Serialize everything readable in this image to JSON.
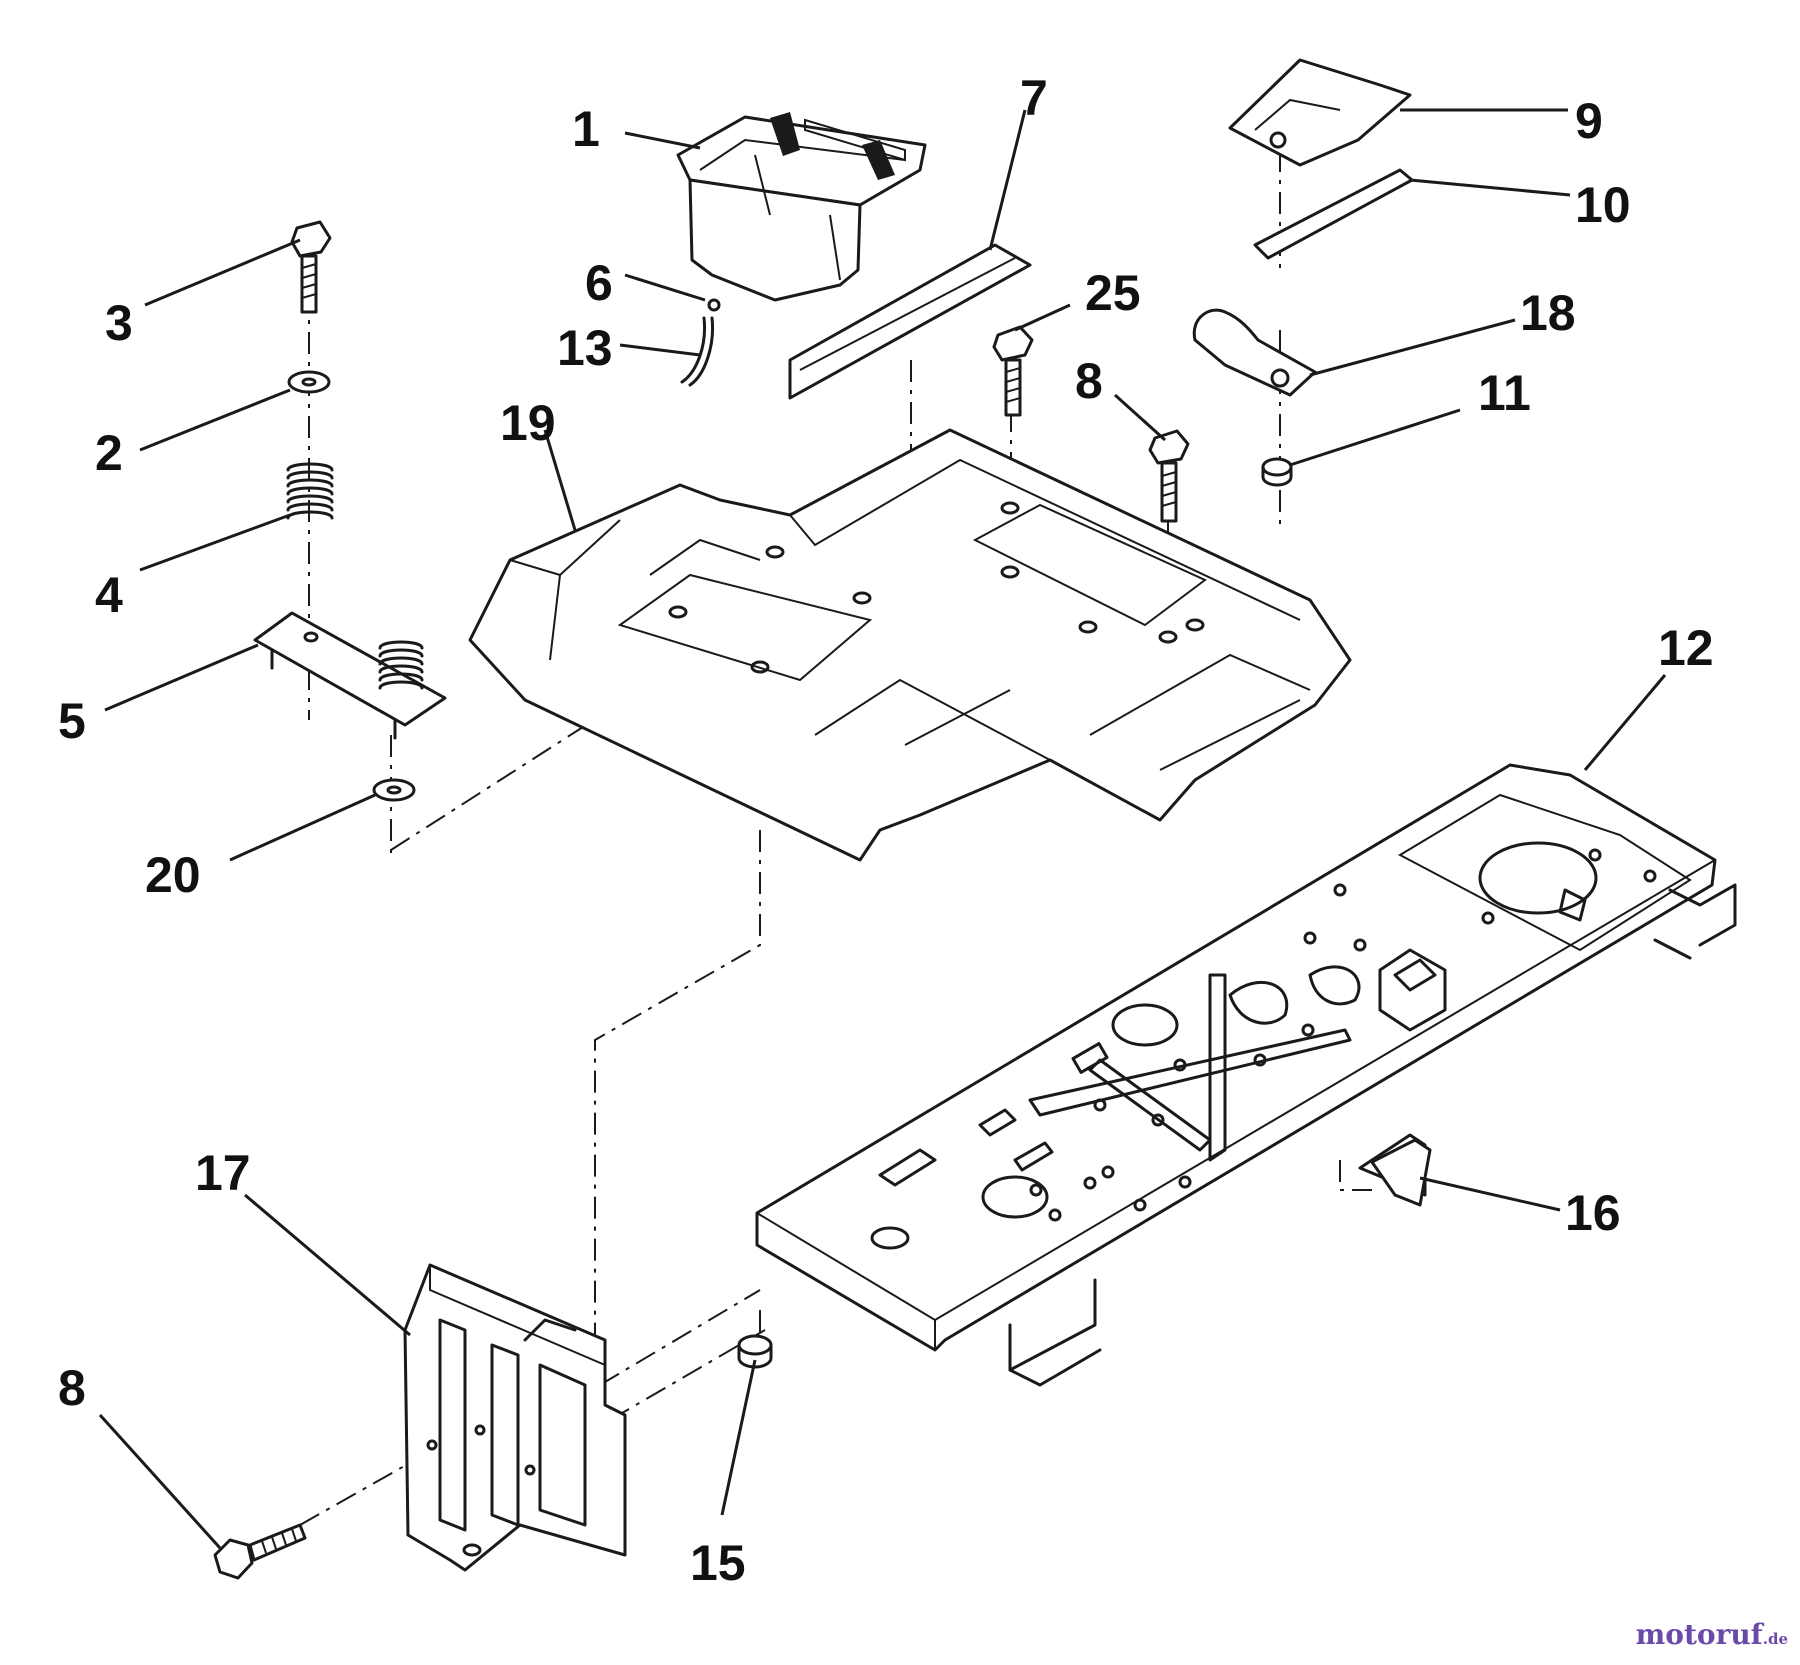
{
  "diagram": {
    "callouts": [
      {
        "id": "c1",
        "text": "1"
      },
      {
        "id": "c2",
        "text": "2"
      },
      {
        "id": "c3",
        "text": "3"
      },
      {
        "id": "c4",
        "text": "4"
      },
      {
        "id": "c5",
        "text": "5"
      },
      {
        "id": "c6",
        "text": "6"
      },
      {
        "id": "c7",
        "text": "7"
      },
      {
        "id": "c8a",
        "text": "8"
      },
      {
        "id": "c8b",
        "text": "8"
      },
      {
        "id": "c9",
        "text": "9"
      },
      {
        "id": "c10",
        "text": "10"
      },
      {
        "id": "c11",
        "text": "11"
      },
      {
        "id": "c12",
        "text": "12"
      },
      {
        "id": "c13",
        "text": "13"
      },
      {
        "id": "c15",
        "text": "15"
      },
      {
        "id": "c16",
        "text": "16"
      },
      {
        "id": "c17",
        "text": "17"
      },
      {
        "id": "c18",
        "text": "18"
      },
      {
        "id": "c19",
        "text": "19"
      },
      {
        "id": "c20",
        "text": "20"
      },
      {
        "id": "c25",
        "text": "25"
      }
    ],
    "ink_color": "#1a1a1a"
  },
  "watermark": {
    "brand": "motoruf",
    "suffix": ".de",
    "color": "#6a4aa8"
  }
}
